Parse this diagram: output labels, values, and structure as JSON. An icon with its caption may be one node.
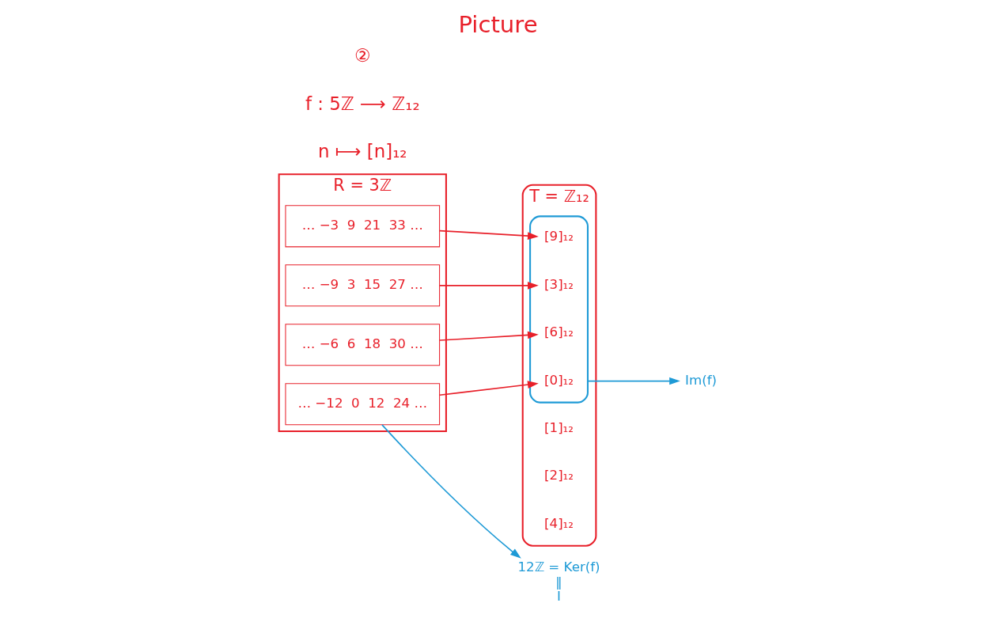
{
  "diagram": {
    "title": "Picture",
    "nodes": [
      {
        "text": [
          "R = 3ℤ"
        ]
      },
      {
        "text": [
          "… −12  0  12  24 …"
        ],
        "in": 0
      },
      {
        "text": [
          "… −9  3  15  27 …"
        ],
        "in": 0
      },
      {
        "text": [
          "… −6  6  18  30 …"
        ],
        "in": 0
      },
      {
        "text": [
          "… −3  9  21  33 …"
        ],
        "in": 0
      },
      {
        "text": [
          "T = ℤ₁₂"
        ]
      },
      {
        "text": [],
        "shape": "ellipse",
        "in": 5
      },
      {
        "text": [
          "[0]₁₂"
        ],
        "in": 6
      },
      {
        "text": [
          "[3]₁₂"
        ],
        "in": 6
      },
      {
        "text": [
          "[6]₁₂"
        ],
        "in": 6
      },
      {
        "text": [
          "[9]₁₂"
        ],
        "in": 6
      },
      {
        "text": [
          "[1]₁₂"
        ],
        "in": 5
      },
      {
        "text": [
          "[2]₁₂"
        ],
        "in": 5
      },
      {
        "text": [
          "[4]₁₂"
        ],
        "in": 5
      },
      {
        "text": [
          "Im(f)"
        ]
      },
      {
        "text": [
          "12ℤ = Ker(f)",
          "‖",
          "I"
        ]
      }
    ],
    "edges": [
      {
        "from": 1,
        "to": 7,
        "arrow": "to"
      },
      {
        "from": 2,
        "to": 8,
        "arrow": "to"
      },
      {
        "from": 3,
        "to": 9,
        "arrow": "to"
      },
      {
        "from": 4,
        "to": 10,
        "arrow": "to"
      },
      {
        "from": 6,
        "to": 14,
        "arrow": "to",
        "color": "#1e9ad6"
      },
      {
        "from": 1,
        "to": 15,
        "arrow": "to",
        "color": "#1e9ad6"
      }
    ],
    "labels": [
      "②",
      "f : 5ℤ ⟶ ℤ₁₂",
      "n ⟼ [n]₁₂"
    ]
  }
}
